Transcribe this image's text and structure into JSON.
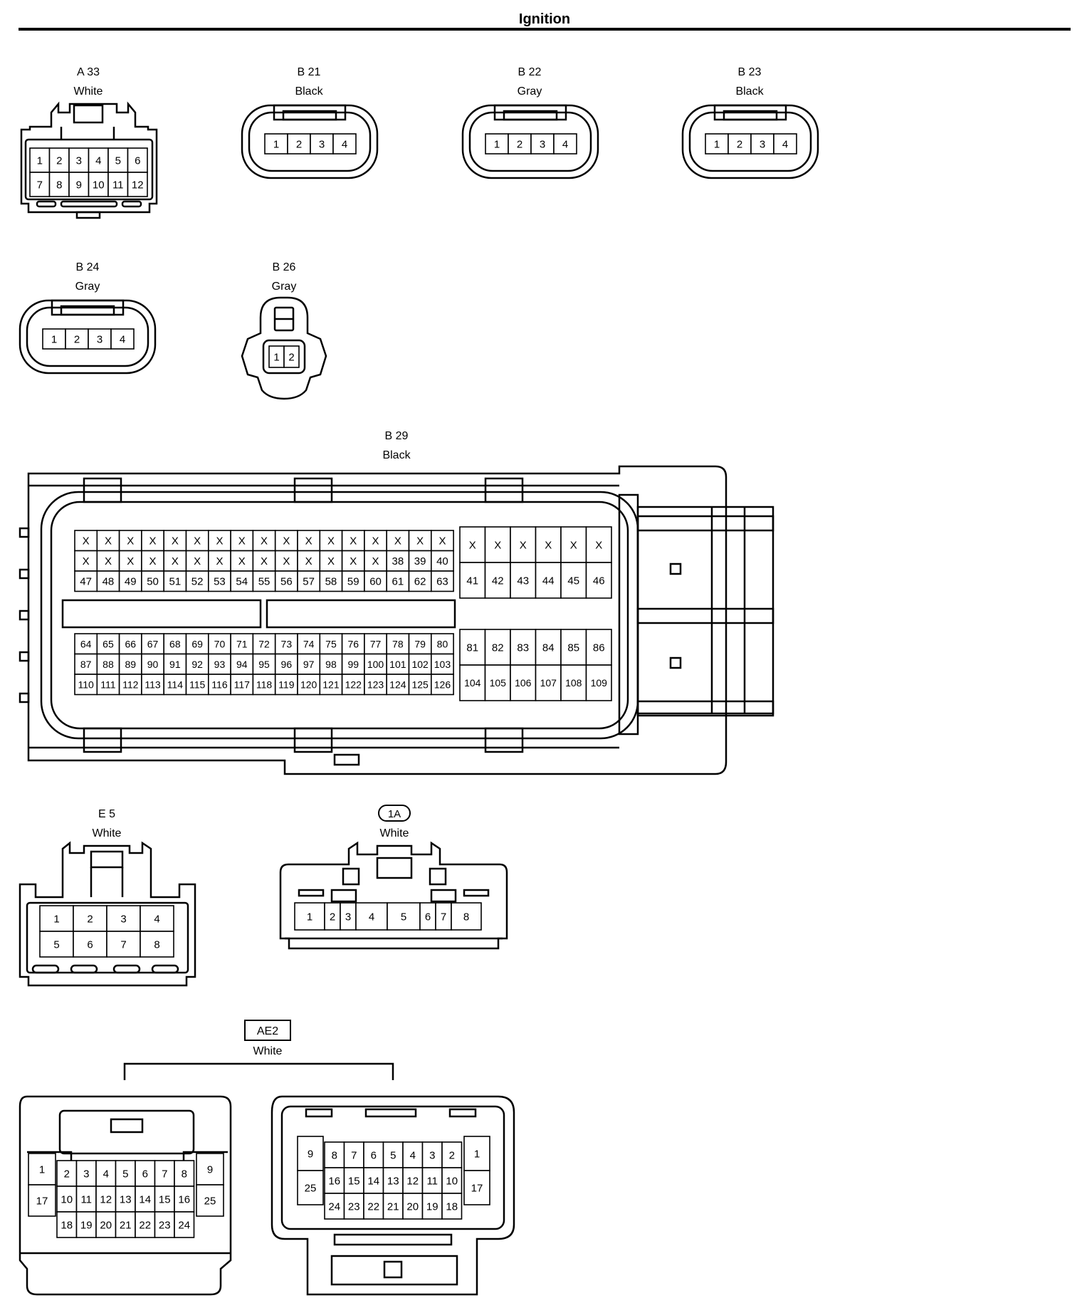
{
  "title": "Ignition",
  "connectors": {
    "a33": {
      "id": "A 33",
      "color": "White",
      "pins": [
        [
          "1",
          "2",
          "3",
          "4",
          "5",
          "6"
        ],
        [
          "7",
          "8",
          "9",
          "10",
          "11",
          "12"
        ]
      ]
    },
    "b21": {
      "id": "B 21",
      "color": "Black",
      "pins": [
        "1",
        "2",
        "3",
        "4"
      ]
    },
    "b22": {
      "id": "B 22",
      "color": "Gray",
      "pins": [
        "1",
        "2",
        "3",
        "4"
      ]
    },
    "b23": {
      "id": "B 23",
      "color": "Black",
      "pins": [
        "1",
        "2",
        "3",
        "4"
      ]
    },
    "b24": {
      "id": "B 24",
      "color": "Gray",
      "pins": [
        "1",
        "2",
        "3",
        "4"
      ]
    },
    "b26": {
      "id": "B 26",
      "color": "Gray",
      "pins": [
        "1",
        "2"
      ]
    },
    "b29": {
      "id": "B 29",
      "color": "Black",
      "top_left": [
        [
          "X",
          "X",
          "X",
          "X",
          "X",
          "X",
          "X",
          "X",
          "X",
          "X",
          "X",
          "X",
          "X",
          "X",
          "X",
          "X",
          "X"
        ],
        [
          "X",
          "X",
          "X",
          "X",
          "X",
          "X",
          "X",
          "X",
          "X",
          "X",
          "X",
          "X",
          "X",
          "X",
          "38",
          "39",
          "40"
        ],
        [
          "47",
          "48",
          "49",
          "50",
          "51",
          "52",
          "53",
          "54",
          "55",
          "56",
          "57",
          "58",
          "59",
          "60",
          "61",
          "62",
          "63"
        ]
      ],
      "top_right": [
        [
          "X",
          "X",
          "X",
          "X",
          "X",
          "X"
        ],
        [
          "41",
          "42",
          "43",
          "44",
          "45",
          "46"
        ]
      ],
      "bottom_left": [
        [
          "64",
          "65",
          "66",
          "67",
          "68",
          "69",
          "70",
          "71",
          "72",
          "73",
          "74",
          "75",
          "76",
          "77",
          "78",
          "79",
          "80"
        ],
        [
          "87",
          "88",
          "89",
          "90",
          "91",
          "92",
          "93",
          "94",
          "95",
          "96",
          "97",
          "98",
          "99",
          "100",
          "101",
          "102",
          "103"
        ],
        [
          "110",
          "111",
          "112",
          "113",
          "114",
          "115",
          "116",
          "117",
          "118",
          "119",
          "120",
          "121",
          "122",
          "123",
          "124",
          "125",
          "126"
        ]
      ],
      "bottom_right": [
        [
          "81",
          "82",
          "83",
          "84",
          "85",
          "86"
        ],
        [
          "104",
          "105",
          "106",
          "107",
          "108",
          "109"
        ]
      ]
    },
    "e5": {
      "id": "E 5",
      "color": "White",
      "pins": [
        [
          "1",
          "2",
          "3",
          "4"
        ],
        [
          "5",
          "6",
          "7",
          "8"
        ]
      ]
    },
    "c1a": {
      "id": "1A",
      "color": "White",
      "pins": [
        "1",
        "2",
        "3",
        "4",
        "5",
        "6",
        "7",
        "8"
      ]
    },
    "ae2": {
      "id": "AE2",
      "color": "White",
      "left": {
        "outer_left": [
          "1",
          "17"
        ],
        "outer_right": [
          "9",
          "25"
        ],
        "grid": [
          [
            "2",
            "3",
            "4",
            "5",
            "6",
            "7",
            "8"
          ],
          [
            "10",
            "11",
            "12",
            "13",
            "14",
            "15",
            "16"
          ],
          [
            "18",
            "19",
            "20",
            "21",
            "22",
            "23",
            "24"
          ]
        ]
      },
      "right": {
        "outer_left": [
          "9",
          "25"
        ],
        "outer_right": [
          "1",
          "17"
        ],
        "grid": [
          [
            "8",
            "7",
            "6",
            "5",
            "4",
            "3",
            "2"
          ],
          [
            "16",
            "15",
            "14",
            "13",
            "12",
            "11",
            "10"
          ],
          [
            "24",
            "23",
            "22",
            "21",
            "20",
            "19",
            "18"
          ]
        ]
      }
    }
  }
}
